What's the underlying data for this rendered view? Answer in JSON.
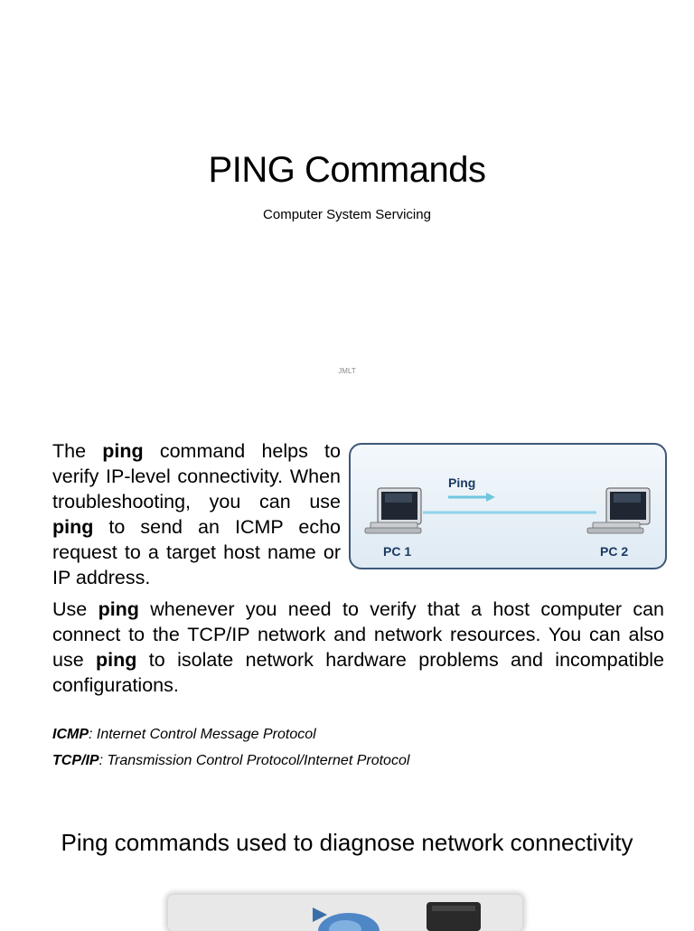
{
  "slide1": {
    "title": "PING Commands",
    "subtitle": "Computer System Servicing",
    "footer_mark": "JMLT"
  },
  "slide2": {
    "para1": {
      "t1": "The ",
      "b1": "ping",
      "t2": " command helps to verify IP-level connectivity. When troubleshooting, you can use ",
      "b2": "ping",
      "t3": " to send an ICMP echo request to a target host name or IP address."
    },
    "para2": {
      "t1": "Use ",
      "b1": "ping",
      "t2": " whenever you need to verify that a host computer can connect to the TCP/IP network and network resources. You can also use ",
      "b2": "ping",
      "t3": " to isolate network hardware problems and incompatible configurations."
    },
    "abbreviations": [
      {
        "term": "ICMP",
        "definition": ": Internet Control Message Protocol"
      },
      {
        "term": "TCP/IP",
        "definition": ": Transmission Control Protocol/Internet Protocol"
      }
    ],
    "diagram": {
      "ping_label": "Ping",
      "pc1_label": "PC 1",
      "pc2_label": "PC 2",
      "colors": {
        "border": "#3d5878",
        "arrow": "#6fc6e0",
        "label": "#1b3a63"
      }
    }
  },
  "slide3": {
    "heading": "Ping commands used to diagnose network connectivity"
  }
}
